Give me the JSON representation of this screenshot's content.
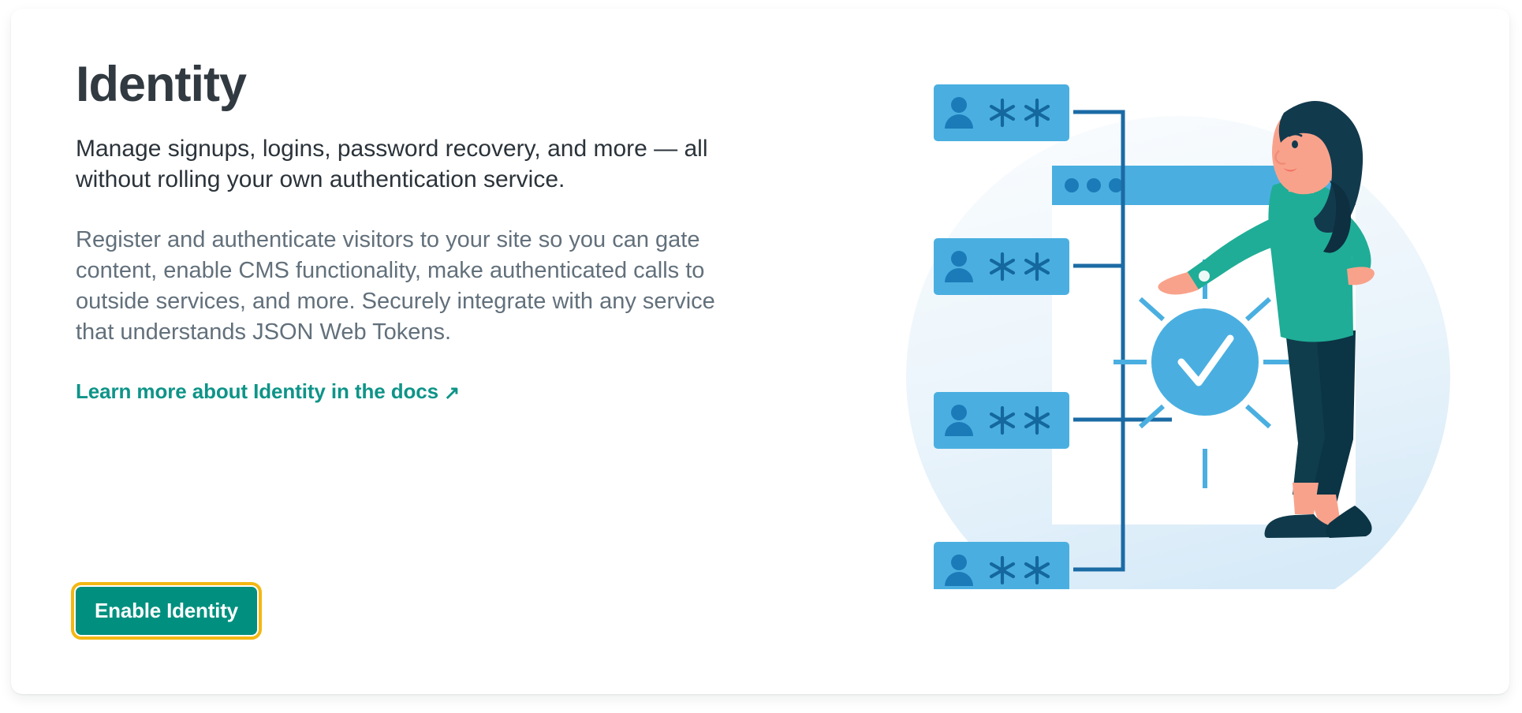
{
  "card": {
    "title": "Identity",
    "lede": "Manage signups, logins, password recovery, and more — all without rolling your own authentication service.",
    "body": "Register and authenticate visitors to your site so you can gate content, enable CMS functionality, make authenticated calls to outside services, and more. Securely integrate with any service that understands JSON Web Tokens.",
    "docs_link_label": "Learn more about Identity in the docs",
    "docs_link_arrow": "↗",
    "enable_button_label": "Enable Identity"
  },
  "colors": {
    "title_text": "#323a41",
    "lede_text": "#2b333a",
    "body_text": "#62707b",
    "link_teal": "#0e9488",
    "button_bg": "#01907f",
    "button_text": "#ffffff",
    "focus_ring": "#f4b712",
    "card_bg": "#ffffff",
    "illustration_light_blue": "#4aafe0",
    "illustration_dark_blue": "#1b6ba5",
    "illustration_pale_blue": "#e4f1fa",
    "illustration_green": "#1fad97",
    "illustration_navy": "#0f3d4c",
    "illustration_skin": "#f9a28b"
  },
  "illustration": {
    "alt": "Four user credential cards wired into a browser window where a woman points at a blue checkmark badge",
    "user_cards": [
      {
        "id": "user-card-1",
        "person_icon": "person-icon",
        "secret_glyphs": [
          "asterisk-icon",
          "asterisk-icon"
        ]
      },
      {
        "id": "user-card-2",
        "person_icon": "person-icon",
        "secret_glyphs": [
          "asterisk-icon",
          "asterisk-icon"
        ]
      },
      {
        "id": "user-card-3",
        "person_icon": "person-icon",
        "secret_glyphs": [
          "asterisk-icon",
          "asterisk-icon"
        ]
      },
      {
        "id": "user-card-4",
        "person_icon": "person-icon",
        "secret_glyphs": [
          "asterisk-icon",
          "asterisk-icon"
        ]
      }
    ],
    "browser_window": {
      "titlebar_dots": 3,
      "titlebar_color": "#4aafe0",
      "body_color": "#ffffff"
    },
    "badge": {
      "icon": "check-circle-icon",
      "ray_count": 8,
      "circle_color": "#4aafe0",
      "check_color": "#ffffff"
    },
    "figure": {
      "name": "woman-pointing",
      "hair_color": "#123a4d",
      "top_color": "#1fad97",
      "pants_color": "#0f3d4c",
      "skin_color": "#f9a28b",
      "shoe_color": "#103a4b"
    }
  }
}
